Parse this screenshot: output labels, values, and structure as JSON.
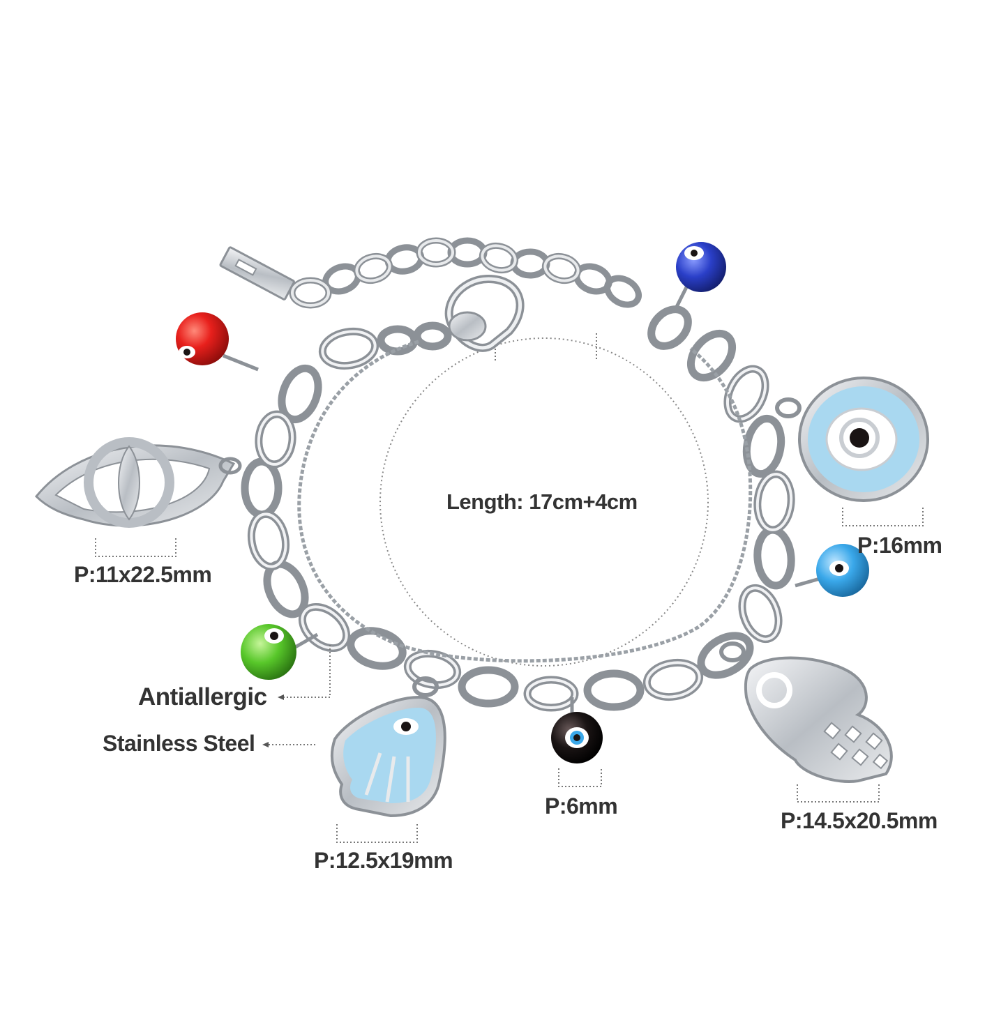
{
  "colors": {
    "background": "#ffffff",
    "steel": "#c9cdd2",
    "steel_dark": "#8c9197",
    "text": "#333333",
    "guide": "#777777",
    "red_bead": "#e8201c",
    "blue_bead": "#2a3fc8",
    "light_blue_bead": "#3aa8ea",
    "green_bead": "#58c72a",
    "black_bead": "#1a1414",
    "enamel_blue": "#a9d8f0"
  },
  "labels": {
    "length": "Length: 17cm+4cm",
    "eye_charm": "P:11x22.5mm",
    "evil_eye_disc": "P:16mm",
    "antiallergic": "Antiallergic",
    "stainless": "Stainless Steel",
    "bead": "P:6mm",
    "hamsa_blue": "P:12.5x19mm",
    "hamsa_steel": "P:14.5x20.5mm"
  }
}
